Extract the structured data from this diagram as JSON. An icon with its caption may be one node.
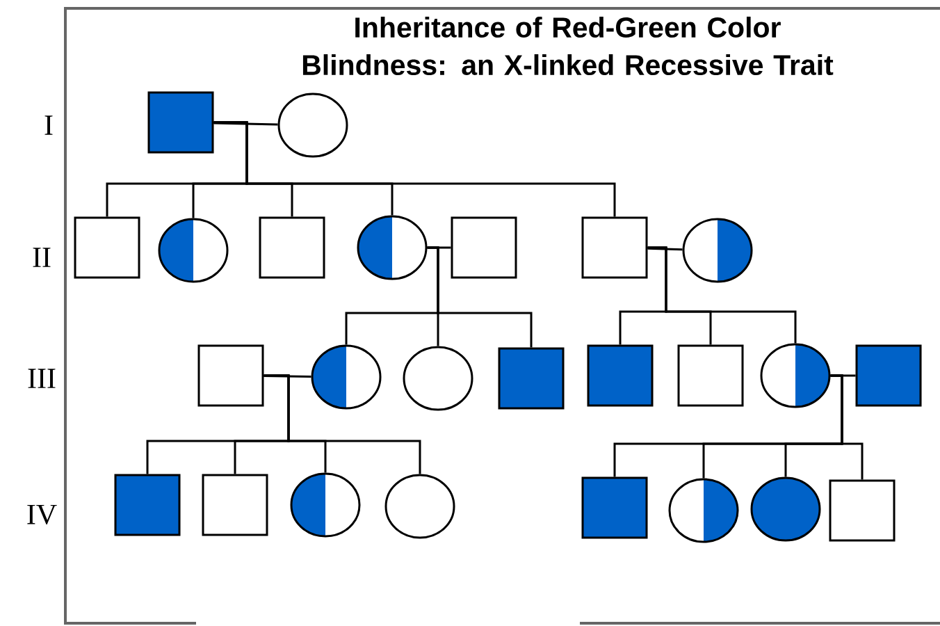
{
  "diagram": {
    "title": "Inheritance of Red-Green Color Blindness: an X-linked Recessive Trait",
    "nodes": [
      {
        "text": [],
        "shape": "box"
      },
      {
        "text": [],
        "shape": "circle"
      },
      {
        "text": [],
        "shape": "box"
      },
      {
        "text": [],
        "shape": "circle"
      },
      {
        "text": [],
        "shape": "box"
      },
      {
        "text": [],
        "shape": "circle"
      },
      {
        "text": [],
        "shape": "box"
      },
      {
        "text": [],
        "shape": "box"
      },
      {
        "text": [],
        "shape": "circle"
      },
      {
        "text": [],
        "shape": "box"
      },
      {
        "text": [],
        "shape": "circle"
      },
      {
        "text": [],
        "shape": "circle"
      },
      {
        "text": [],
        "shape": "box"
      },
      {
        "text": [],
        "shape": "box"
      },
      {
        "text": [],
        "shape": "box"
      },
      {
        "text": [],
        "shape": "circle"
      },
      {
        "text": [],
        "shape": "box"
      },
      {
        "text": [],
        "shape": "box"
      },
      {
        "text": [],
        "shape": "box"
      },
      {
        "text": [],
        "shape": "circle"
      },
      {
        "text": [],
        "shape": "circle"
      },
      {
        "text": [],
        "shape": "box"
      },
      {
        "text": [],
        "shape": "circle"
      },
      {
        "text": [],
        "shape": "circle"
      },
      {
        "text": [],
        "shape": "box"
      }
    ],
    "edges": [
      {
        "from": 0,
        "to": 1,
        "arrow": "none"
      },
      {
        "from": 0,
        "to": 2,
        "arrow": "none"
      },
      {
        "from": 0,
        "to": 3,
        "arrow": "none"
      },
      {
        "from": 0,
        "to": 4,
        "arrow": "none"
      },
      {
        "from": 0,
        "to": 5,
        "arrow": "none"
      },
      {
        "from": 0,
        "to": 7,
        "arrow": "none"
      },
      {
        "from": 5,
        "to": 6,
        "arrow": "none"
      },
      {
        "from": 7,
        "to": 8,
        "arrow": "none"
      },
      {
        "from": 5,
        "to": 10,
        "arrow": "none"
      },
      {
        "from": 5,
        "to": 11,
        "arrow": "none"
      },
      {
        "from": 5,
        "to": 12,
        "arrow": "none"
      },
      {
        "from": 7,
        "to": 13,
        "arrow": "none"
      },
      {
        "from": 7,
        "to": 14,
        "arrow": "none"
      },
      {
        "from": 7,
        "to": 15,
        "arrow": "none"
      },
      {
        "from": 9,
        "to": 10,
        "arrow": "none"
      },
      {
        "from": 15,
        "to": 16,
        "arrow": "none"
      },
      {
        "from": 9,
        "to": 17,
        "arrow": "none"
      },
      {
        "from": 9,
        "to": 18,
        "arrow": "none"
      },
      {
        "from": 9,
        "to": 19,
        "arrow": "none"
      },
      {
        "from": 9,
        "to": 20,
        "arrow": "none"
      },
      {
        "from": 15,
        "to": 21,
        "arrow": "none"
      },
      {
        "from": 15,
        "to": 22,
        "arrow": "none"
      },
      {
        "from": 15,
        "to": 23,
        "arrow": "none"
      },
      {
        "from": 15,
        "to": 24,
        "arrow": "none"
      }
    ],
    "labels": [
      "I",
      "II",
      "III",
      "IV"
    ]
  }
}
